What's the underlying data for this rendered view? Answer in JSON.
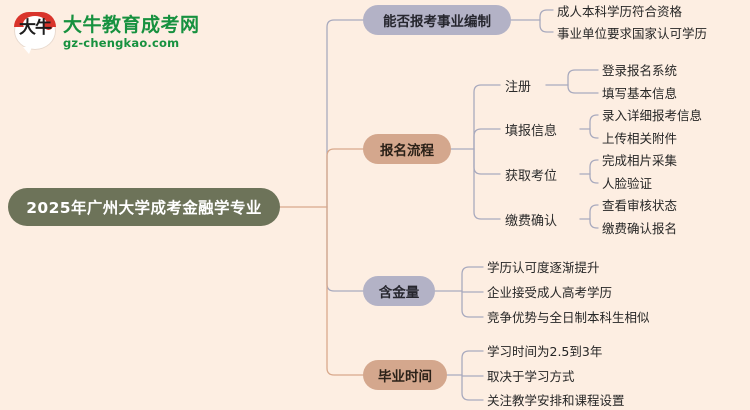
{
  "logo": {
    "mark_text": "大牛",
    "name": "大牛教育成考网",
    "url": "gz-chengkao.com",
    "brand_green": "#17913f",
    "brand_red": "#d9342b"
  },
  "colors": {
    "background": "#fdeee2",
    "root_node": "#6d7359",
    "purple_node": "#b3b2c6",
    "brown_node": "#d4a78d",
    "purple_wire": "#a9aabe",
    "brown_wire": "#d9a98c",
    "text_dark": "#262626"
  },
  "mindmap": {
    "root": {
      "label": "2025年广州大学成考金融学专业"
    },
    "branches": [
      {
        "label": "能否报考事业编制",
        "color": "purple",
        "leaves": [
          "成人本科学历符合资格",
          "事业单位要求国家认可学历"
        ],
        "subbranches": []
      },
      {
        "label": "报名流程",
        "color": "brown",
        "leaves": [],
        "subbranches": [
          {
            "label": "注册",
            "leaves": [
              "登录报名系统",
              "填写基本信息"
            ]
          },
          {
            "label": "填报信息",
            "leaves": [
              "录入详细报考信息",
              "上传相关附件"
            ]
          },
          {
            "label": "获取考位",
            "leaves": [
              "完成相片采集",
              "人脸验证"
            ]
          },
          {
            "label": "缴费确认",
            "leaves": [
              "查看审核状态",
              "缴费确认报名"
            ]
          }
        ]
      },
      {
        "label": "含金量",
        "color": "purple",
        "leaves": [
          "学历认可度逐渐提升",
          "企业接受成人高考学历",
          "竞争优势与全日制本科生相似"
        ],
        "subbranches": []
      },
      {
        "label": "毕业时间",
        "color": "brown",
        "leaves": [
          "学习时间为2.5到3年",
          "取决于学习方式",
          "关注教学安排和课程设置"
        ],
        "subbranches": []
      }
    ]
  }
}
